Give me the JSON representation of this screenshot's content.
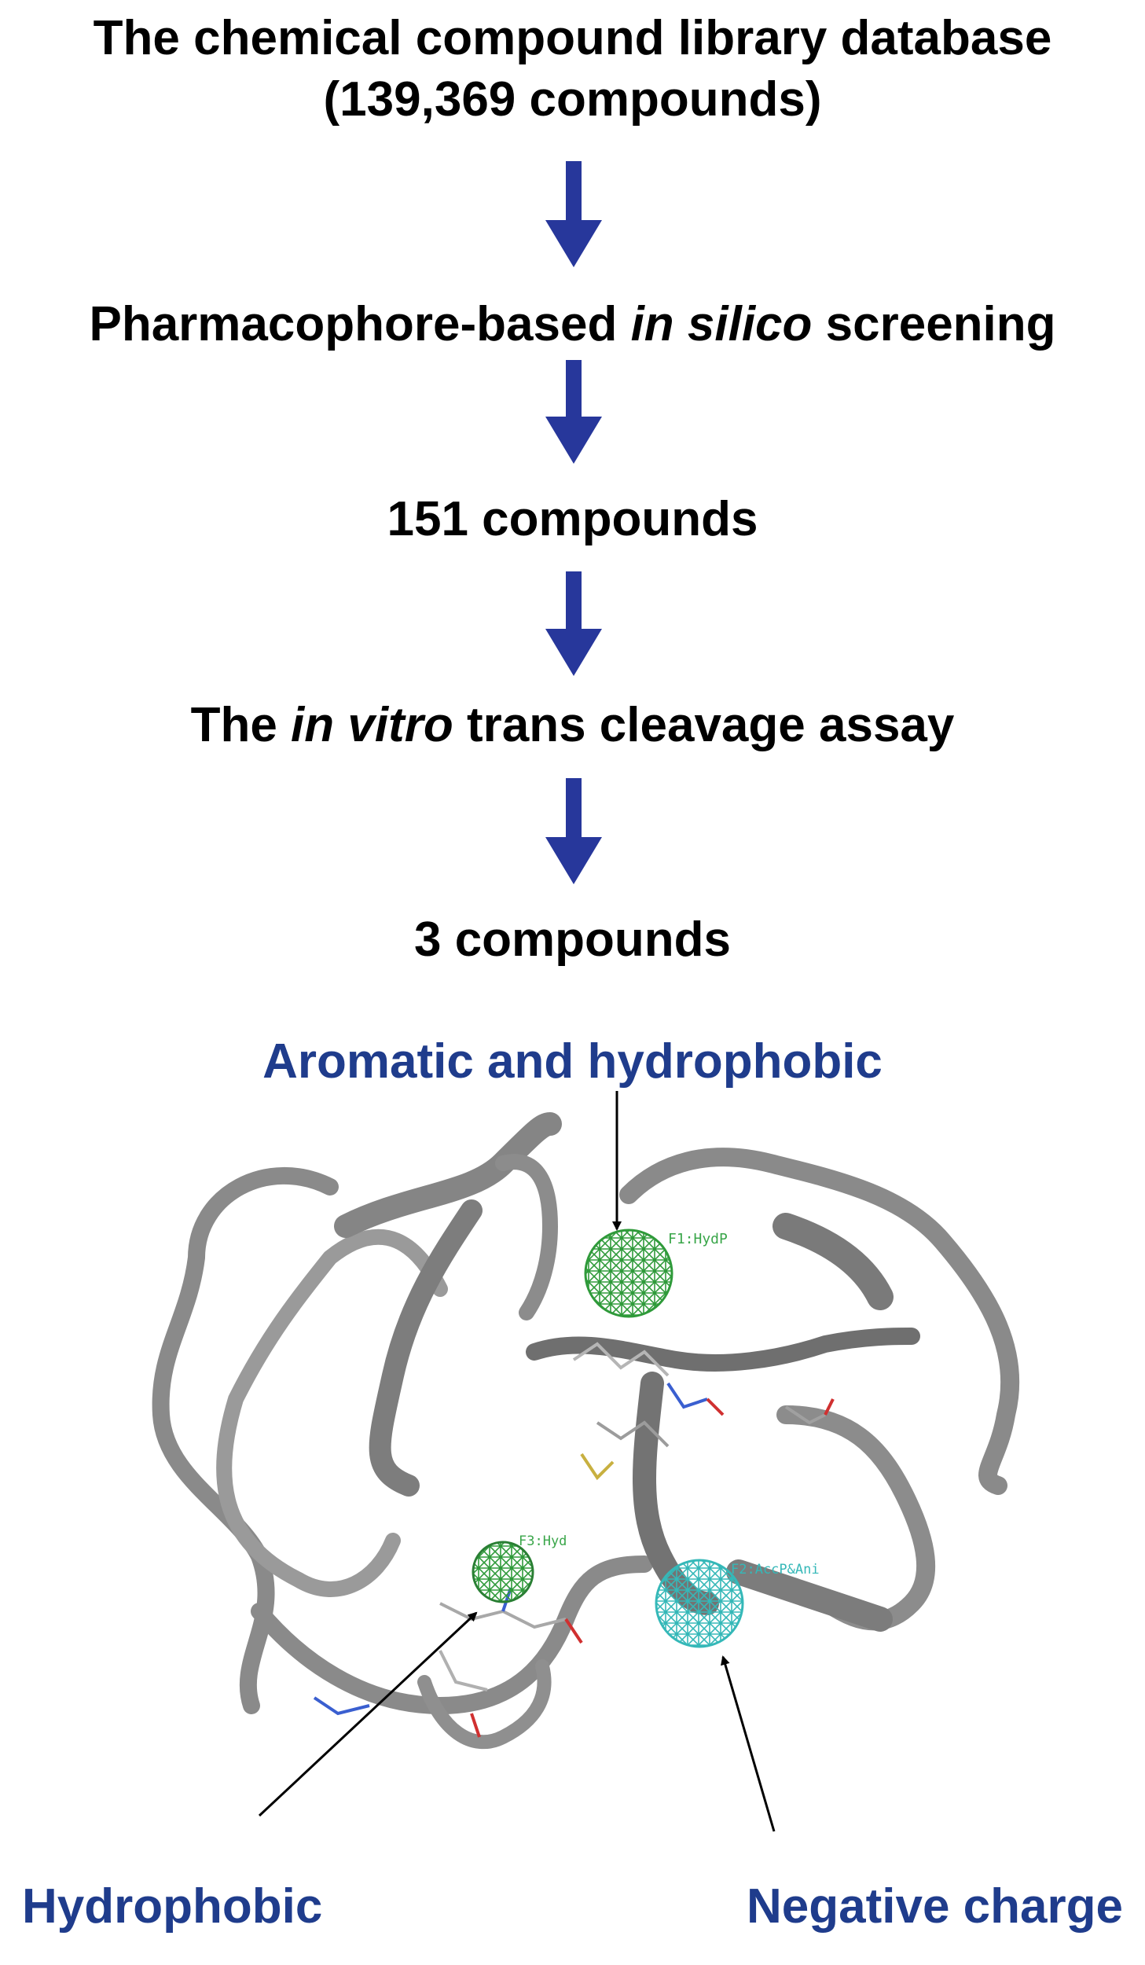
{
  "flowchart": {
    "step1_line1": "The chemical compound library database",
    "step1_line2": "(139,369 compounds)",
    "step2_pre": "Pharmacophore-based ",
    "step2_italic": "in silico",
    "step2_post": " screening",
    "step3": "151 compounds",
    "step4_pre": "The ",
    "step4_italic": "in vitro",
    "step4_post": " trans cleavage assay",
    "step5": "3 compounds",
    "arrow_color": "#27379b"
  },
  "structure": {
    "label_top": "Aromatic and hydrophobic",
    "label_bottom_left": "Hydrophobic",
    "label_bottom_right": "Negative charge",
    "label_color": "#1f3c8c",
    "feature1_tag": "F1:HydP",
    "feature2_tag": "F2:AccP&Ani",
    "feature3_tag": "F3:Hyd",
    "ribbon_color": "#8f8f8f",
    "hydrophobic_sphere_color": "#2f9a3a",
    "negative_sphere_color": "#35b8b8"
  }
}
